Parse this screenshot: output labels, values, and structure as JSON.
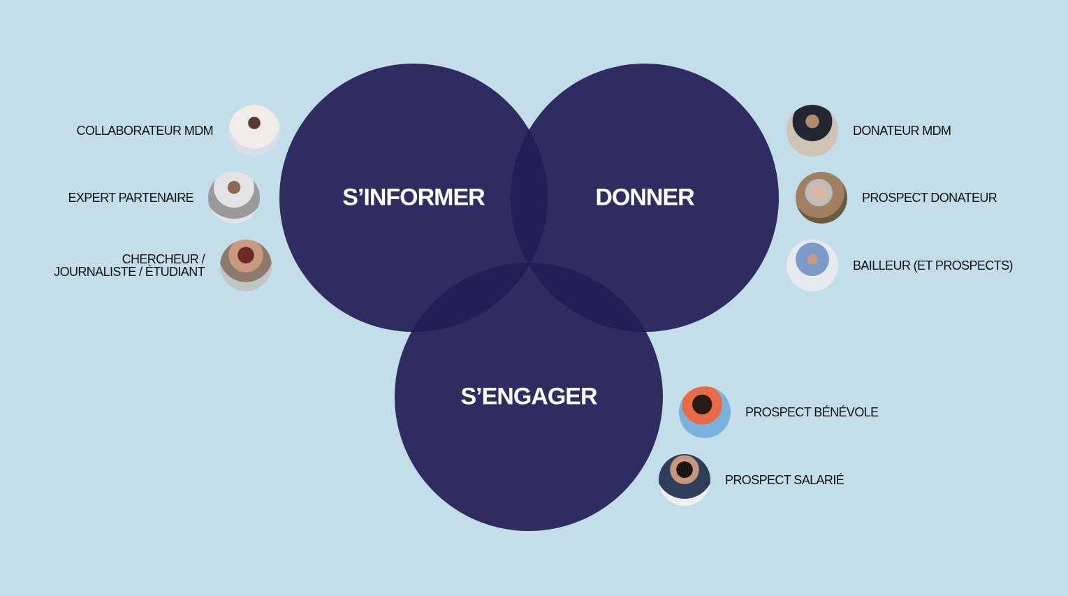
{
  "colors": {
    "background": "#c3dde9",
    "circle": "#2f2c62",
    "overlap": "#221e56"
  },
  "circles": [
    {
      "label": "S’INFORMER"
    },
    {
      "label": "DONNER"
    },
    {
      "label": "S’ENGAGER"
    }
  ],
  "personas_left": [
    {
      "label": "COLLABORATEUR MDM"
    },
    {
      "label": "EXPERT PARTENAIRE"
    },
    {
      "label_line1": "CHERCHEUR /",
      "label_line2": "JOURNALISTE / ÉTUDIANT"
    }
  ],
  "personas_right": [
    {
      "label": "DONATEUR MDM"
    },
    {
      "label": "PROSPECT DONATEUR"
    },
    {
      "label": "BAILLEUR (ET PROSPECTS)"
    }
  ],
  "personas_bottom": [
    {
      "label": "PROSPECT BÉNÉVOLE"
    },
    {
      "label": "PROSPECT SALARIÉ"
    }
  ]
}
